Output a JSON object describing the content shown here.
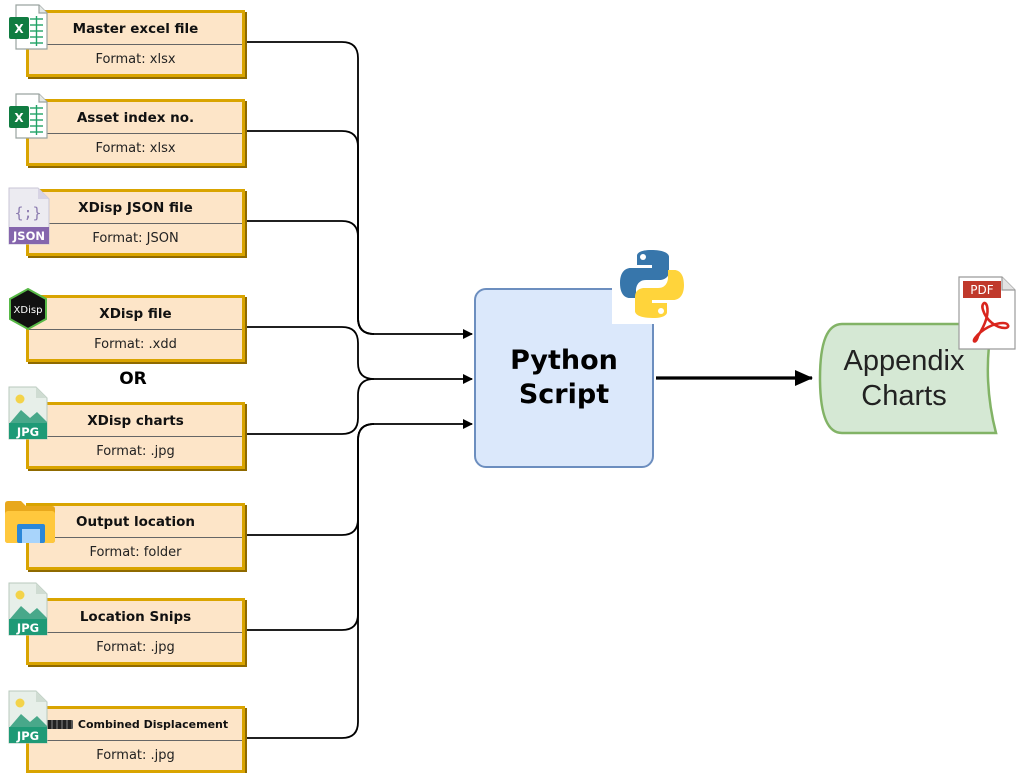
{
  "inputs": [
    {
      "title": "Master excel file",
      "format": "Format: xlsx",
      "icon": "excel-icon"
    },
    {
      "title": "Asset index no.",
      "format": "Format: xlsx",
      "icon": "excel-icon"
    },
    {
      "title": "XDisp JSON file",
      "format": "Format: JSON",
      "icon": "json-file-icon",
      "icon_text": "JSON",
      "icon_glyph": "{;}"
    },
    {
      "title": "XDisp file",
      "format": "Format: .xdd",
      "icon": "xdisp-icon",
      "icon_text": "XDisp"
    },
    {
      "title": "XDisp charts",
      "format": "Format: .jpg",
      "icon": "jpg-image-icon",
      "icon_text": "JPG"
    },
    {
      "title": "Output location",
      "format": "Format: folder",
      "icon": "folder-icon"
    },
    {
      "title": "Location Snips",
      "format": "Format: .jpg",
      "icon": "jpg-image-icon",
      "icon_text": "JPG"
    },
    {
      "title": "Combined Displacement",
      "format": "Format: .jpg",
      "icon": "jpg-image-icon",
      "icon_text": "JPG",
      "title_prefix_redacted": true
    }
  ],
  "or_label": "OR",
  "process": {
    "line1": "Python",
    "line2": "Script",
    "icon": "python-logo-icon"
  },
  "output": {
    "line1": "Appendix",
    "line2": "Charts",
    "icon": "pdf-icon",
    "icon_text": "PDF"
  },
  "colors": {
    "input_fill": "#fde5c8",
    "input_border": "#d9a400",
    "process_fill": "#dbe8fb",
    "process_border": "#6c8ebf",
    "output_fill": "#d5e8d4",
    "output_border": "#82b366"
  }
}
